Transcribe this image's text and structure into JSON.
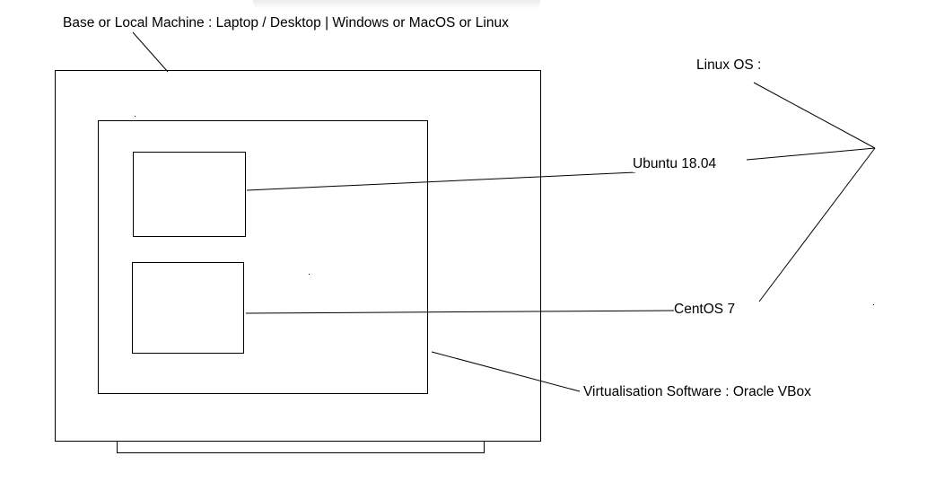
{
  "diagram": {
    "labels": {
      "base_machine": "Base or Local Machine : Laptop / Desktop | Windows or MacOS or Linux",
      "linux_os": "Linux OS :",
      "ubuntu": "Ubuntu 18.04",
      "centos": "CentOS 7",
      "virtualisation": "Virtualisation Software : Oracle VBox"
    },
    "colors": {
      "stroke": "#000000",
      "background": "#ffffff"
    }
  }
}
